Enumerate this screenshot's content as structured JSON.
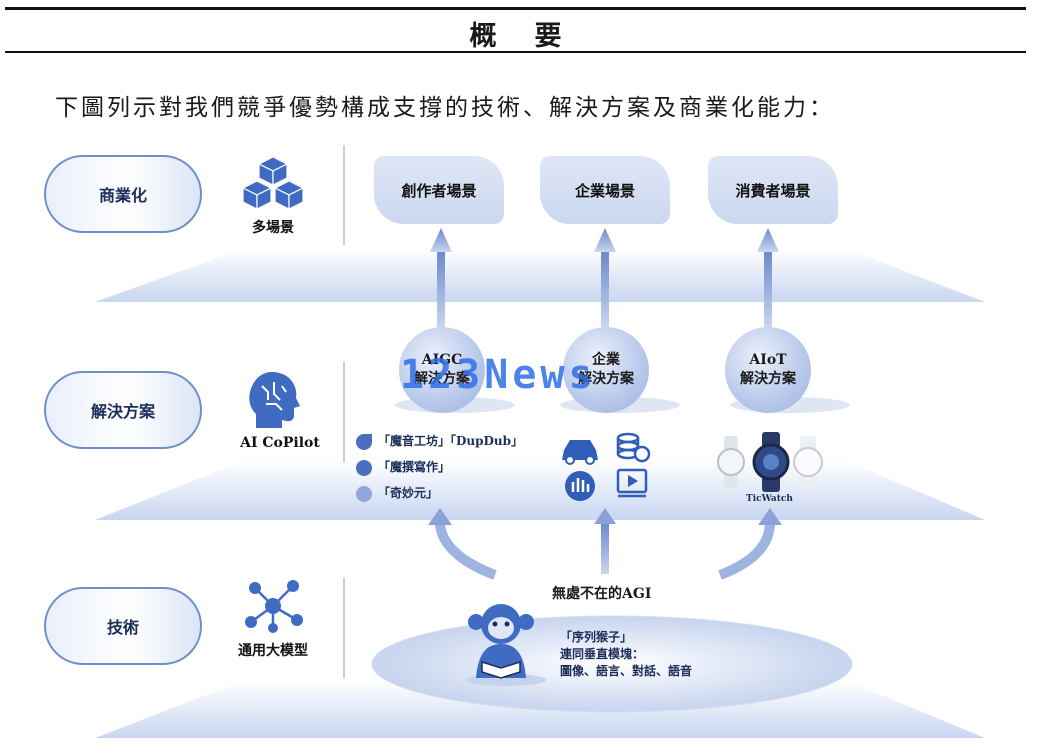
{
  "header": {
    "title": "概要"
  },
  "intro": "下圖列示對我們競爭優勢構成支撐的技術、解決方案及商業化能力：",
  "levels": {
    "commercial": {
      "label": "商業化",
      "side_label": "多場景",
      "icon": "cubes-icon"
    },
    "solutions": {
      "label": "解決方案",
      "side_label": "AI CoPilot",
      "icon": "ai-head-icon"
    },
    "technology": {
      "label": "技術",
      "side_label": "通用大模型",
      "icon": "network-icon"
    }
  },
  "scenarios": [
    "創作者場景",
    "企業場景",
    "消費者場景"
  ],
  "solutions": [
    {
      "line1": "AIGC",
      "line2": "解決方案"
    },
    {
      "line1": "企業",
      "line2": "解決方案"
    },
    {
      "line1": "AIoT",
      "line2": "解決方案"
    }
  ],
  "products": [
    "「魔音工坊」「DupDub」",
    "「魔撰寫作」",
    "「奇妙元」"
  ],
  "watch_brand": "TicWatch",
  "technology": {
    "agi": "無處不在的AGI",
    "model_name": "「序列猴子」",
    "model_desc1": "連同垂直模塊：",
    "model_desc2": "圖像、語言、對話、語音"
  },
  "watermark": "123News",
  "colors": {
    "accent": "#6f8fc9",
    "layer": "#d9e3f5",
    "arrow": "#7f98d4"
  }
}
